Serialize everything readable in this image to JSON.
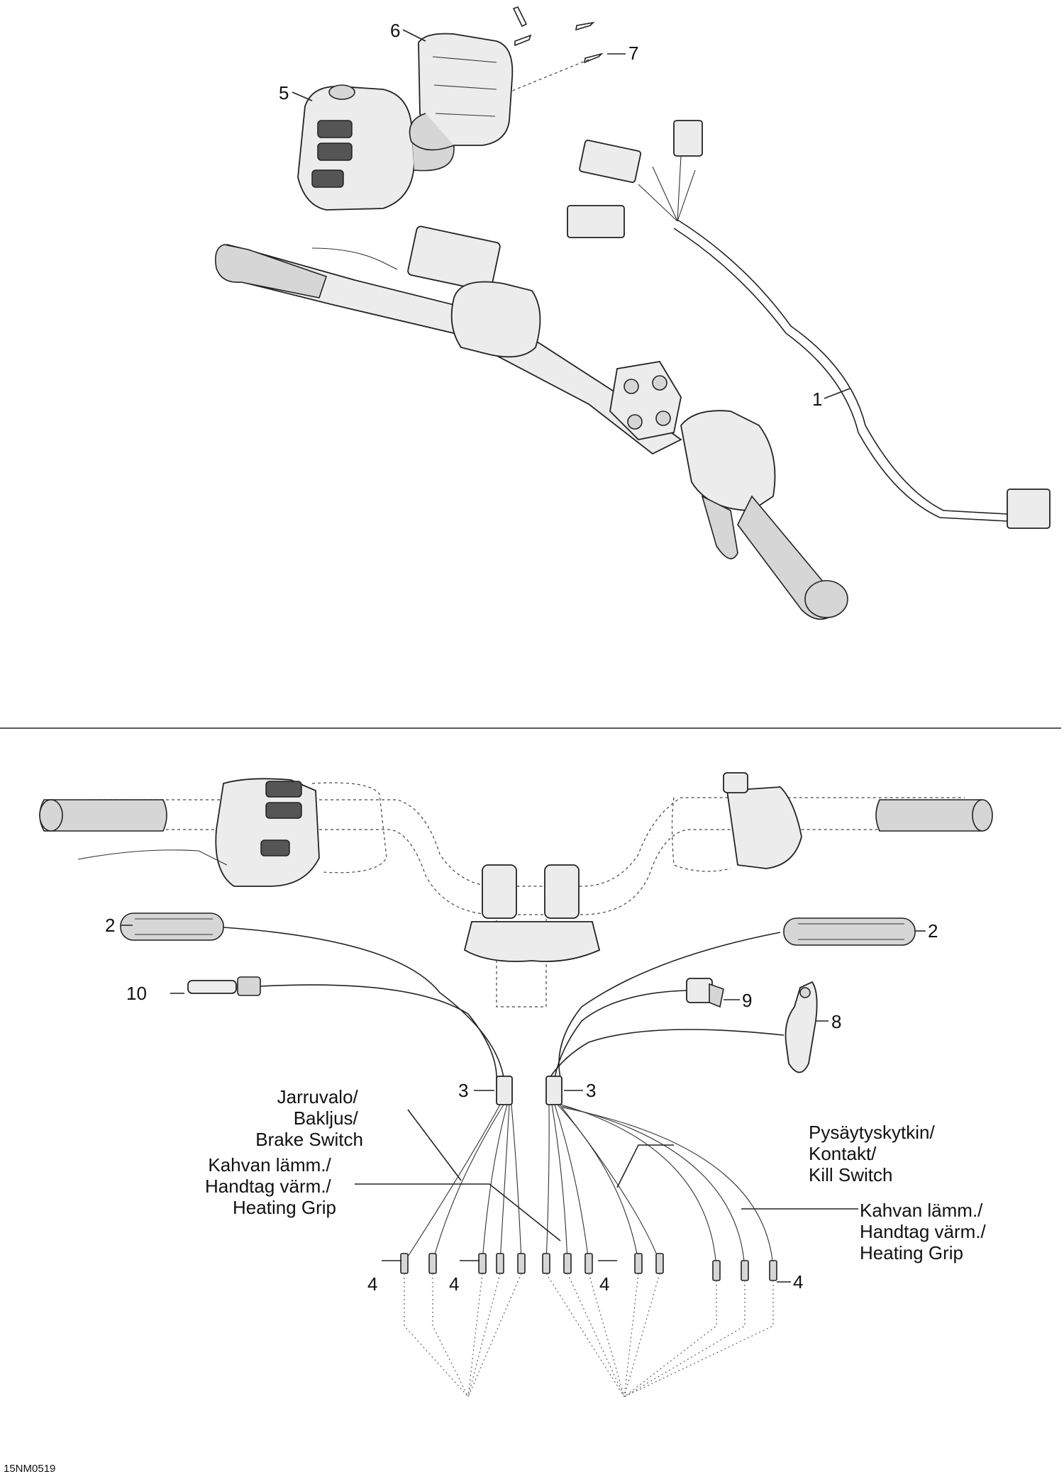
{
  "diagram_code": "15NM0519",
  "callouts": {
    "c1": "1",
    "c2a": "2",
    "c2b": "2",
    "c3a": "3",
    "c3b": "3",
    "c4a": "4",
    "c4b": "4",
    "c4c": "4",
    "c4d": "4",
    "c5": "5",
    "c6": "6",
    "c7": "7",
    "c8": "8",
    "c9": "9",
    "c10": "10"
  },
  "notes": {
    "brake": [
      "Jarruvalo/",
      "Bakljus/",
      "Brake Switch"
    ],
    "heat_left": [
      "Kahvan lämm./",
      "Handtag värm./",
      "Heating Grip"
    ],
    "kill": [
      "Pysäytyskytkin/",
      "Kontakt/",
      "Kill Switch"
    ],
    "heat_right": [
      "Kahvan lämm./",
      "Handtag värm./",
      "Heating Grip"
    ]
  }
}
